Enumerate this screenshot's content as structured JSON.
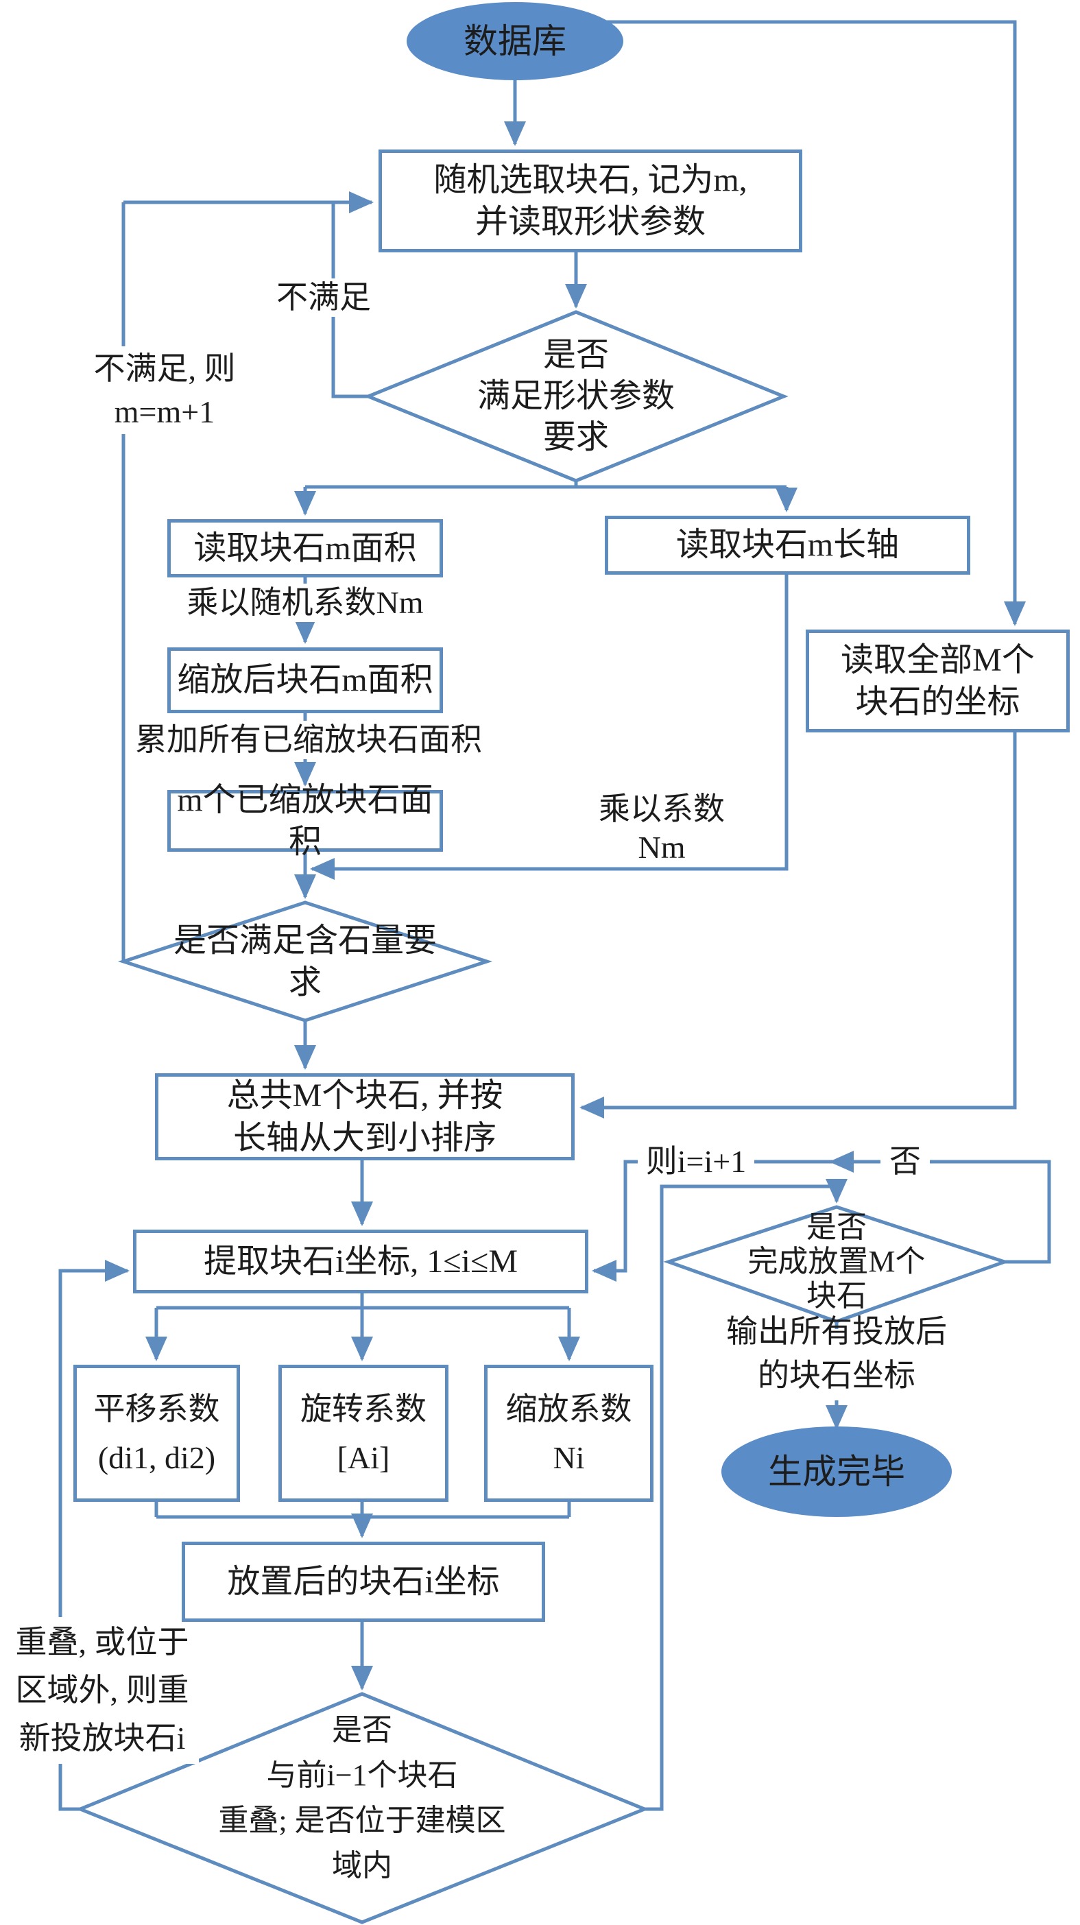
{
  "colors": {
    "line": "#5e8cbe",
    "shape_fill": "#5a8cc8"
  },
  "nodes": {
    "database_ellipse": {
      "label": "数据库"
    },
    "pick_rock_box": {
      "label": "随机选取块石, 记为m,\n并读取形状参数"
    },
    "shape_param_diamond": {
      "label": "是否\n满足形状参数\n要求"
    },
    "read_area_box": {
      "label": "读取块石m面积"
    },
    "read_axis_box": {
      "label": "读取块石m长轴"
    },
    "read_coords_box": {
      "label": "读取全部M个\n块石的坐标"
    },
    "scaled_area_box": {
      "label": "缩放后块石m面积"
    },
    "m_scaled_box": {
      "label": "m个已缩放块石面积"
    },
    "content_diamond": {
      "label": "是否满足含石量要求"
    },
    "total_sort_box": {
      "label": "总共M个块石, 并按\n长轴从大到小排序"
    },
    "extract_box": {
      "label": "提取块石i坐标, 1≤i≤M"
    },
    "translate_box": {
      "label": "平移系数\n(di1, di2)"
    },
    "rotate_box": {
      "label": "旋转系数\n[Ai]"
    },
    "scale_box": {
      "label": "缩放系数\nNi"
    },
    "placed_box": {
      "label": "放置后的块石i坐标"
    },
    "overlap_diamond": {
      "label": "是否\n与前i−1个块石\n重叠; 是否位于建模区\n域内"
    },
    "done_diamond": {
      "label": "是否\n完成放置M个\n块石"
    },
    "output_text": {
      "label": "输出所有投放后\n的块石坐标"
    },
    "end_ellipse": {
      "label": "生成完毕"
    }
  },
  "edge_labels": {
    "not_satisfied": "不满足",
    "not_satisfied_incr": "不满足, 则\nm=m+1",
    "multiply_random": "乘以随机系数Nm",
    "accumulate": "累加所有已缩放块石面积",
    "multiply_coeff": "乘以系数\nNm",
    "then_increment": "则i=i+1",
    "no": "否",
    "redo_place": "重叠, 或位于\n区域外, 则重\n新投放块石i"
  }
}
